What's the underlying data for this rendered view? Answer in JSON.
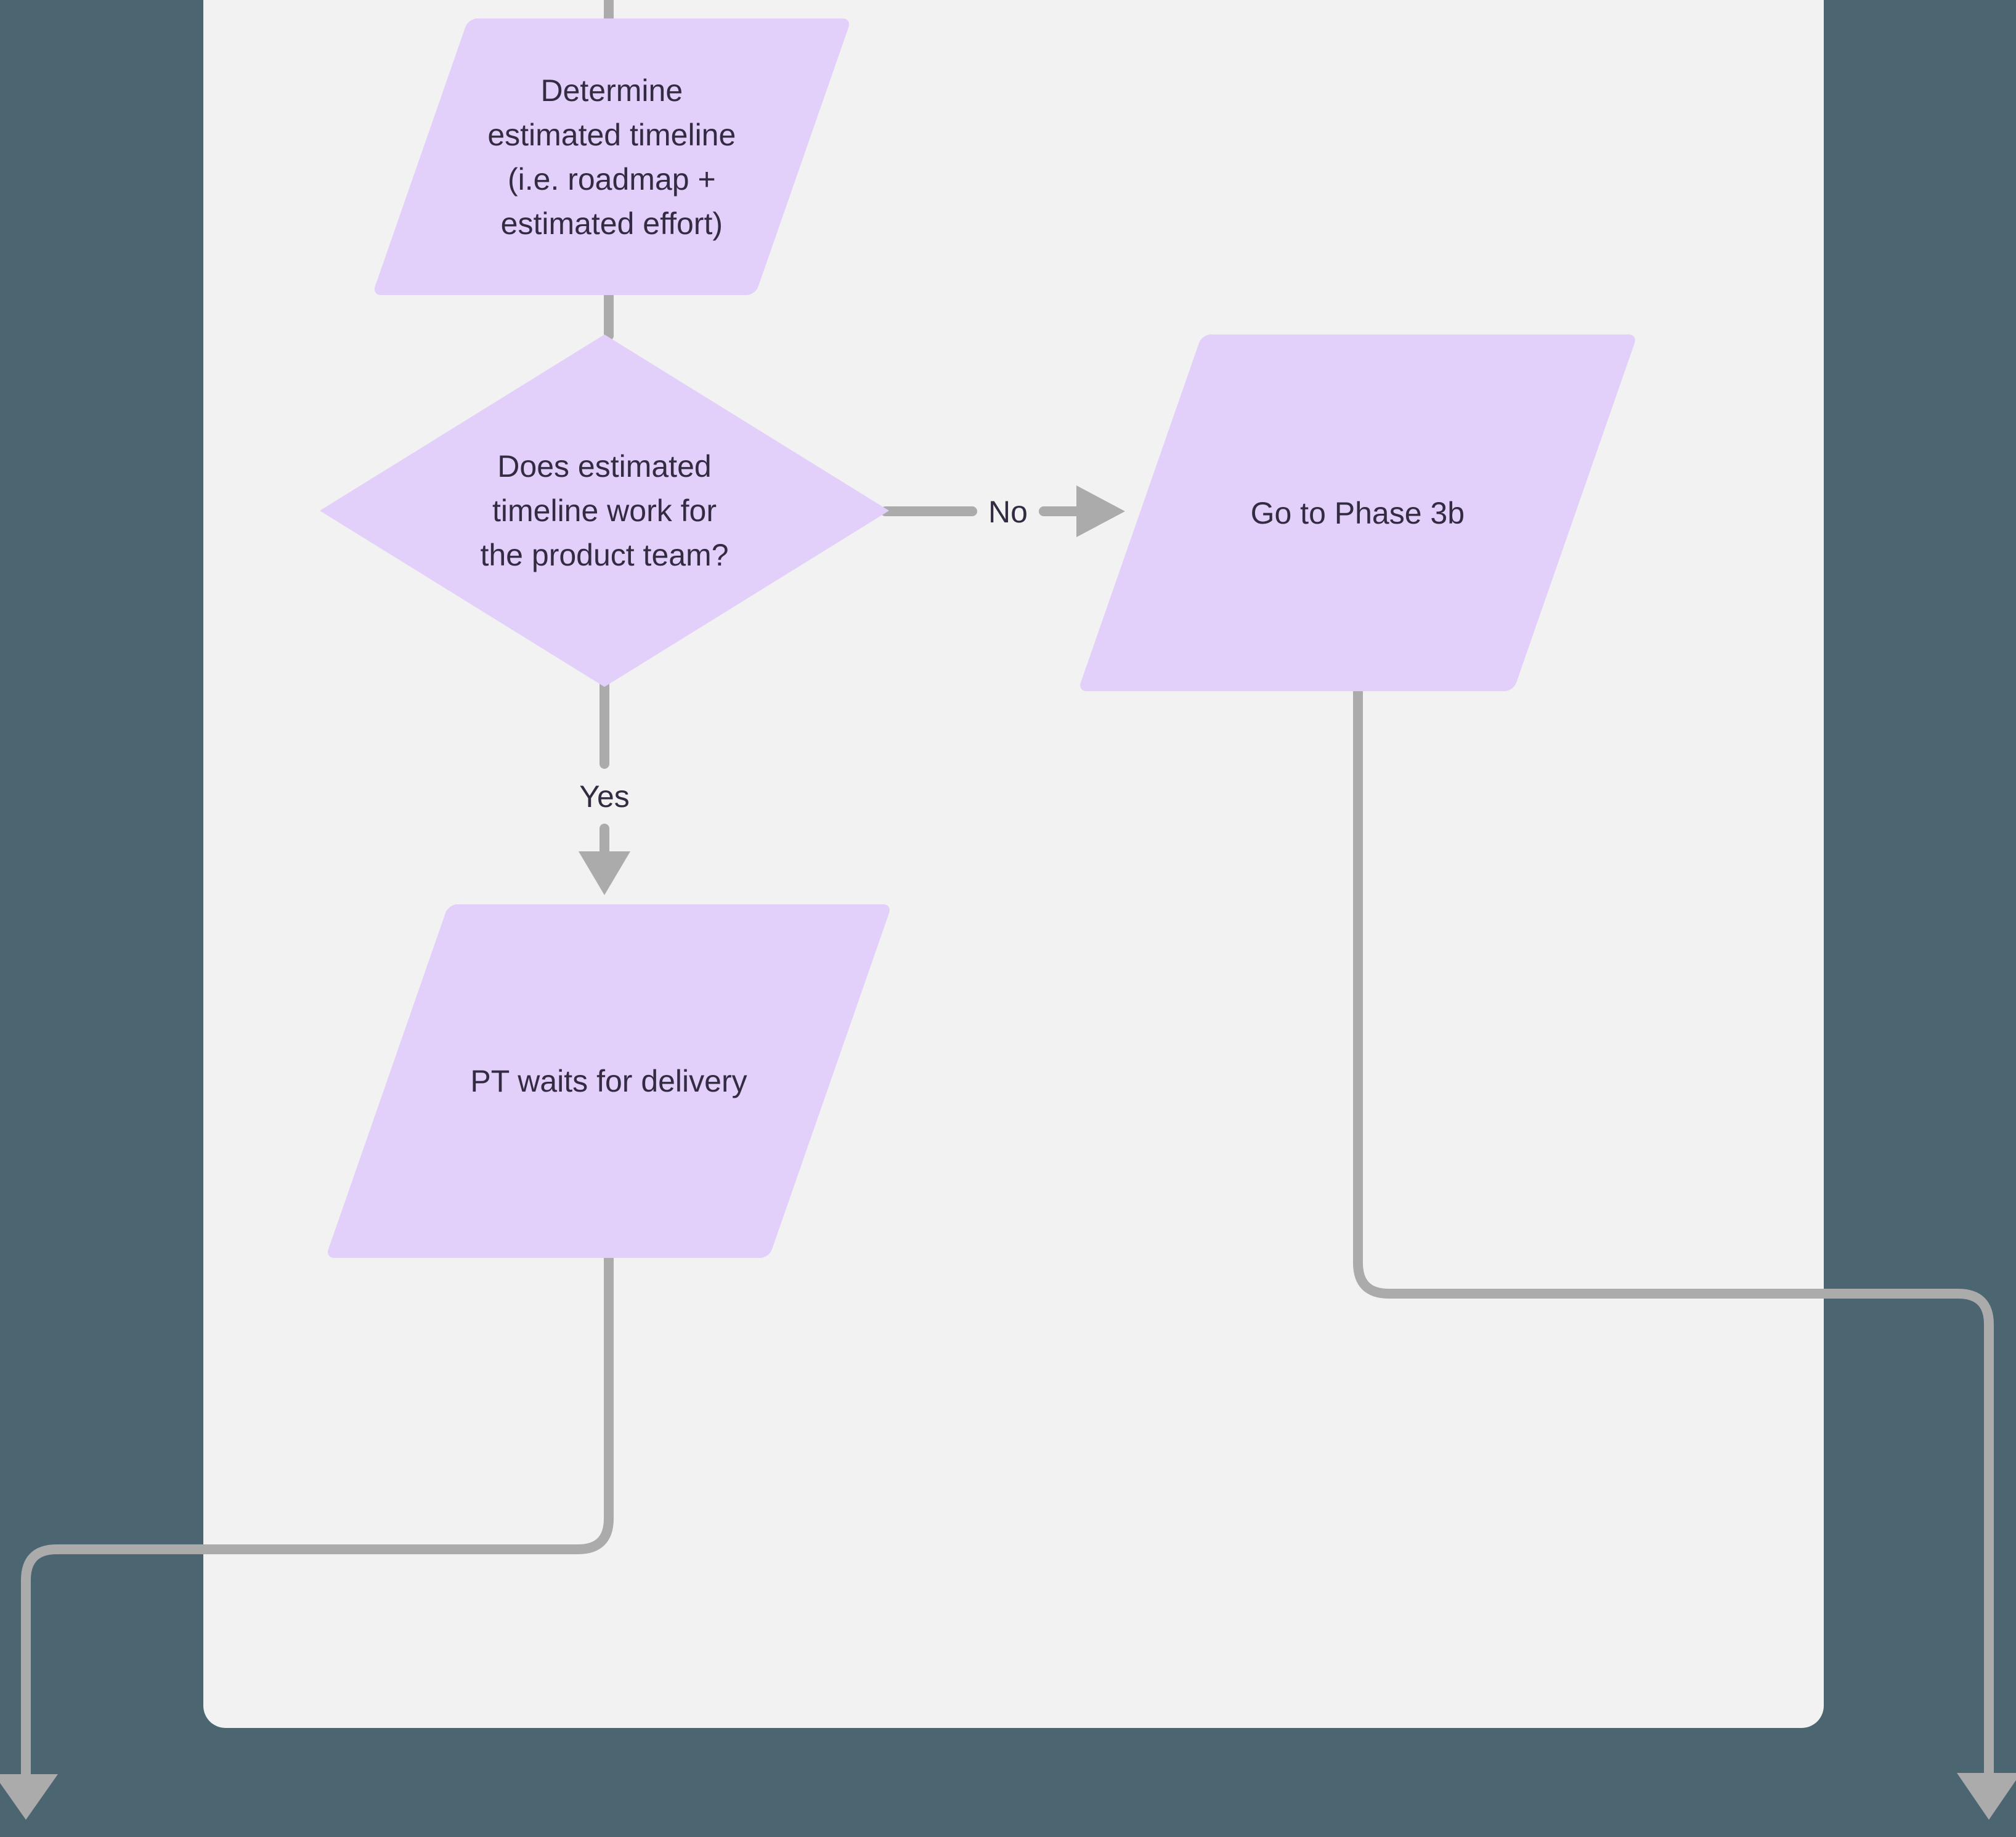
{
  "app": {
    "description": "Flowchart canvas (FigJam-style board) showing product-team timeline decision flow"
  },
  "colors": {
    "background": "#4b6670",
    "canvas": "#f2f2f2",
    "shape_fill": "#e2cffa",
    "shape_text": "#322b42",
    "connector": "#acabac"
  },
  "nodes": [
    {
      "id": "determine-timeline",
      "type": "parallelogram",
      "label": "Determine\nestimated timeline\n(i.e. roadmap +\nestimated effort)"
    },
    {
      "id": "timeline-decision",
      "type": "diamond",
      "label": "Does estimated\ntimeline work for\nthe product team?"
    },
    {
      "id": "go-to-phase-3b",
      "type": "parallelogram",
      "label": "Go to Phase 3b"
    },
    {
      "id": "pt-waits",
      "type": "parallelogram",
      "label": "PT waits for delivery"
    }
  ],
  "edges": [
    {
      "id": "no-branch",
      "label": "No"
    },
    {
      "id": "yes-branch",
      "label": "Yes"
    }
  ]
}
